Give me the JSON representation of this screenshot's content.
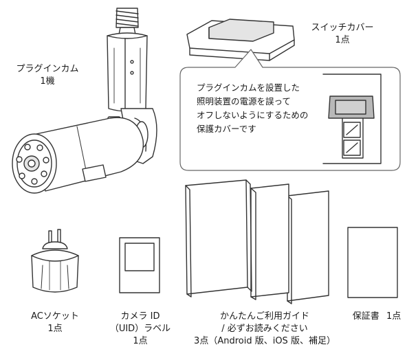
{
  "items": {
    "plugin_cam": {
      "name": "プラグインカム",
      "qty": "1機"
    },
    "switch_cover": {
      "name": "スイッチカバー",
      "qty": "1点",
      "note_lines": [
        "プラグインカムを設置した",
        "照明装置の電源を誤って",
        "オフしないようにするための",
        "保護カバーです"
      ]
    },
    "ac_socket": {
      "name": "ACソケット",
      "qty": "1点"
    },
    "uid_label": {
      "line1": "カメラ ID",
      "line2": "（UID）ラベル",
      "qty": "1点"
    },
    "guides": {
      "line1": "かんたんご利用ガイド",
      "line2": "/ 必ずお読みください",
      "line3": "3点（Android 版、iOS 版、補足）"
    },
    "warranty": {
      "name": "保証書",
      "qty": "1点"
    }
  },
  "colors": {
    "line": "#333333",
    "body_fill": "#ffffff",
    "gray_fill": "#b8b8b8",
    "light_gray": "#e4e4e4",
    "callout_stroke": "#666666"
  }
}
